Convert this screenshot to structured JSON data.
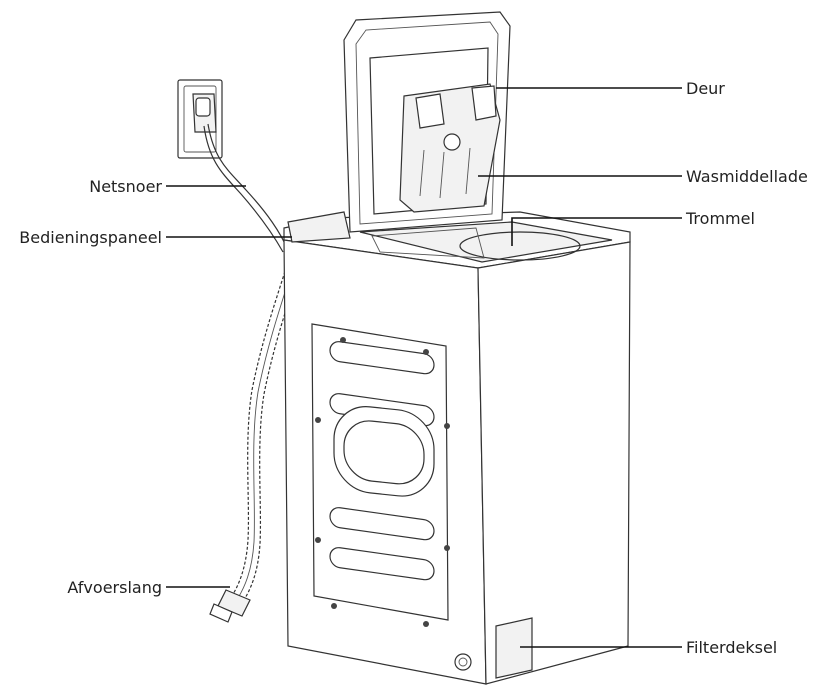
{
  "labels": {
    "deur": "Deur",
    "wasmiddellade": "Wasmiddellade",
    "trommel": "Trommel",
    "netsnoer": "Netsnoer",
    "bedieningspaneel": "Bedieningspaneel",
    "afvoerslang": "Afvoerslang",
    "filterdeksel": "Filterdeksel"
  },
  "colors": {
    "line": "#333333",
    "leader": "#111111",
    "text": "#222222"
  }
}
